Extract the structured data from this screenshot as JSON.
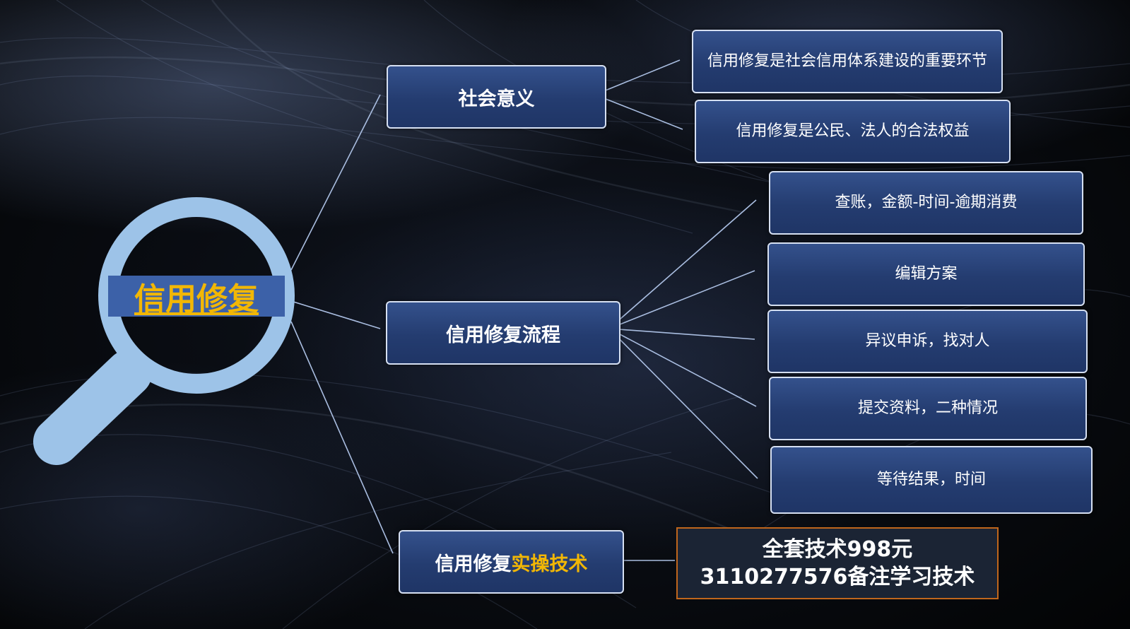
{
  "root": {
    "label": "信用修复"
  },
  "branches": [
    {
      "label": "社会意义",
      "children": [
        "信用修复是社会信用体系建设的重要环节",
        "信用修复是公民、法人的合法权益"
      ]
    },
    {
      "label": "信用修复流程",
      "children": [
        "查账，金额-时间-逾期消费",
        "编辑方案",
        "异议申诉，找对人",
        "提交资料，二种情况",
        "等待结果，时间"
      ]
    },
    {
      "label_prefix": "信用修复",
      "label_highlight": "实操技术",
      "price": {
        "line1": "全套技术998元",
        "line2": "3110277576备注学习技术"
      }
    }
  ],
  "colors": {
    "node_fill": "#2a4479",
    "node_border": "#d6e0f2",
    "highlight": "#f2b705",
    "magnifier": "#9dc3e8",
    "connector": "#a9bde0",
    "price_border": "#c0661c"
  },
  "icons": [
    "magnifier-icon"
  ]
}
